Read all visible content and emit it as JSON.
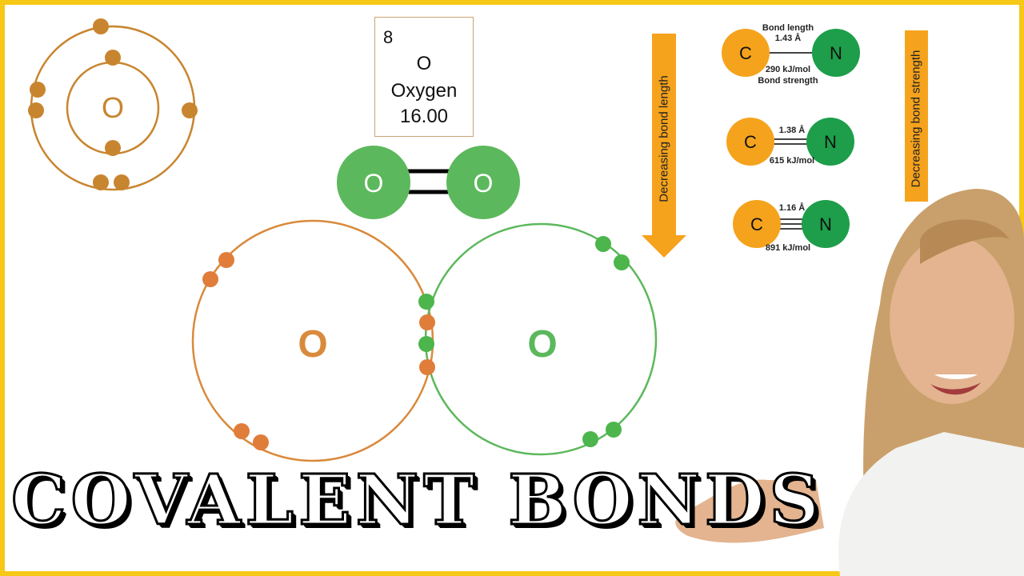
{
  "element_card": {
    "atomic_number": "8",
    "symbol": "O",
    "name": "Oxygen",
    "mass": "16.00"
  },
  "diagram_labels": {
    "small_atom_symbol": "O",
    "o2_left": "O",
    "o2_right": "O",
    "big_left_atom": "O",
    "big_right_atom": "O"
  },
  "bond_arrow_left": "Decreasing bond length",
  "bond_arrow_right": "Decreasing bond strength",
  "cn_bonds": {
    "bond_length_header": "Bond length",
    "bond_strength_footer": "Bond strength",
    "rows": [
      {
        "c": "C",
        "n": "N",
        "length": "1.43 Å",
        "strength": "290 kJ/mol"
      },
      {
        "c": "C",
        "n": "N",
        "length": "1.38 Å",
        "strength": "615 kJ/mol"
      },
      {
        "c": "C",
        "n": "N",
        "length": "1.16 Å",
        "strength": "891 kJ/mol"
      }
    ]
  },
  "title": "COVALENT BONDS",
  "colors": {
    "frame": "#f7c815",
    "oxygen_orange": "#d98a3c",
    "oxygen_green": "#5cb85c",
    "carbon": "#f5a31d",
    "nitrogen": "#1e9e4a",
    "arrow": "#f5a31d"
  }
}
